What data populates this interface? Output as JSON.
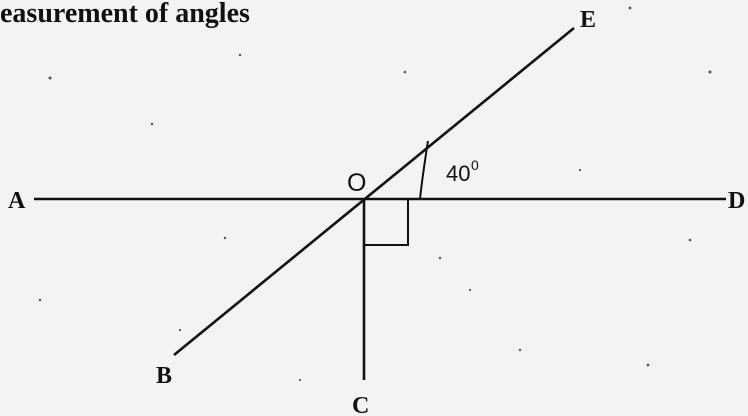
{
  "title": "easurement of angles",
  "labels": {
    "a": "A",
    "b": "B",
    "c": "C",
    "d": "D",
    "e": "E",
    "o": "O"
  },
  "angle": {
    "value": "40",
    "unit": "0"
  }
}
